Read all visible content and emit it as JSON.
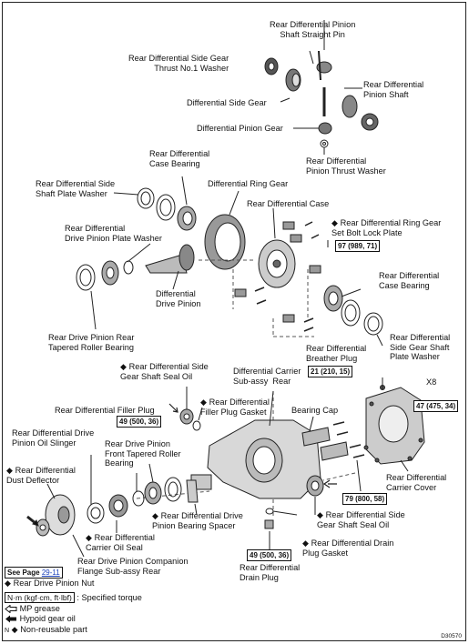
{
  "labels": {
    "pinion_shaft_pin": "Rear Differential Pinion\nShaft Straight Pin",
    "side_gear_thrust_washer": "Rear Differential Side Gear\nThrust No.1 Washer",
    "pinion_shaft": "Rear Differential\nPinion Shaft",
    "side_gear": "Differential Side Gear",
    "pinion_gear": "Differential Pinion Gear",
    "pinion_thrust_washer": "Rear Differential\nPinion Thrust Washer",
    "case_bearing_top": "Rear Differential\nCase Bearing",
    "side_shaft_plate_washer_left": "Rear Differential Side\nShaft Plate Washer",
    "ring_gear": "Differential Ring Gear",
    "diff_case": "Rear Differential Case",
    "lock_plate": "Rear Differential Ring Gear\nSet Bolt Lock Plate",
    "drive_pinion_plate_washer": "Rear Differential\nDrive Pinion Plate Washer",
    "case_bearing_right": "Rear Differential\nCase Bearing",
    "drive_pinion": "Differential\nDrive Pinion",
    "tapered_roller_bearing": "Rear Drive Pinion Rear\nTapered Roller Bearing",
    "side_gear_shaft_plate_washer_right": "Rear Differential\nSide Gear Shaft\nPlate Washer",
    "breather_plug": "Rear Differential\nBreather Plug",
    "side_gear_shaft_seal_oil_top": "Rear Differential Side\nGear Shaft Seal Oil",
    "carrier_sub_assy": "Differential Carrier\nSub-assy  Rear",
    "filler_plug": "Rear Differential Filler Plug",
    "filler_plug_gasket": "Rear Differential\nFiller Plug Gasket",
    "bearing_cap": "Bearing Cap",
    "x8": "X8",
    "oil_slinger": "Rear Differential Drive\nPinion Oil Slinger",
    "front_tapered_roller_bearing": "Rear Drive Pinion\nFront Tapered Roller\nBearing",
    "carrier_cover": "Rear Differential\nCarrier Cover",
    "dust_deflector": "Rear Differential\nDust Deflector",
    "bearing_spacer": "Rear Differential Drive\nPinion Bearing Spacer",
    "carrier_oil_seal": "Rear Differential\nCarrier Oil Seal",
    "side_gear_shaft_seal_oil_bottom": "Rear Differential Side\nGear Shaft Seal Oil",
    "companion_flange": "Rear Drive Pinion Companion\nFlange Sub-assy Rear",
    "drain_plug_gasket": "Rear Differential Drain\nPlug Gasket",
    "drain_plug": "Rear Differential\nDrain Plug",
    "pinion_nut": "Rear Drive Pinion Nut"
  },
  "torques": {
    "lock_plate_bolt": "97 (989, 71)",
    "breather": "21 (210, 15)",
    "cover_bolt": "47 (475, 34)",
    "filler_plug": "49 (500, 36)",
    "bearing_cap": "79 (800, 58)",
    "drain_plug": "49 (500, 36)"
  },
  "see_page": {
    "prefix": "See Page ",
    "page": "29-11"
  },
  "legend": {
    "torque_unit": "N·m (kgf·cm, ft·lbf)",
    "torque_text": ": Specified torque",
    "mp_grease": "MP grease",
    "hypoid_oil": "Hypoid gear oil",
    "non_reusable": "Non-reusable  part"
  },
  "symbols": {
    "diamond": "◆",
    "n_mark": "N"
  },
  "figure_code": "D30570"
}
